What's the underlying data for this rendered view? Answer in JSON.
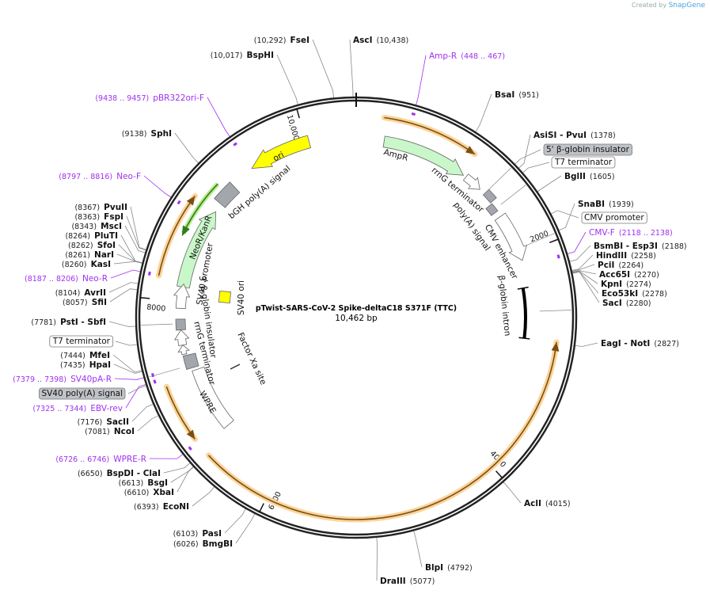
{
  "credit": {
    "prefix": "Created by",
    "brand": "SnapGene"
  },
  "plasmid": {
    "name": "pTwist-SARS-CoV-2 Spike-deltaC18 S371F (TTC)",
    "length_label": "10,462 bp",
    "length_bp": 10462
  },
  "ticks": [
    "2000",
    "4000",
    "6000",
    "8000",
    "10,000"
  ],
  "enzymes": [
    {
      "name": "FseI",
      "loc": "(10,292)",
      "bp": 10292
    },
    {
      "name": "AscI",
      "loc": "(10,438)",
      "bp": 10438
    },
    {
      "name": "BspHI",
      "loc": "(10,017)",
      "bp": 10017
    },
    {
      "name": "BsaI",
      "loc": "(951)",
      "bp": 951
    },
    {
      "name": "AsiSI  - PvuI",
      "loc": "(1378)",
      "bp": 1378
    },
    {
      "name": "BglII",
      "loc": "(1605)",
      "bp": 1605
    },
    {
      "name": "SnaBI",
      "loc": "(1939)",
      "bp": 1939
    },
    {
      "name": "BsmBI  - Esp3I",
      "loc": "(2188)",
      "bp": 2188
    },
    {
      "name": "HindIII",
      "loc": "(2258)",
      "bp": 2258
    },
    {
      "name": "PciI",
      "loc": "(2264)",
      "bp": 2264
    },
    {
      "name": "Acc65I",
      "loc": "(2270)",
      "bp": 2270
    },
    {
      "name": "KpnI",
      "loc": "(2274)",
      "bp": 2274
    },
    {
      "name": "Eco53kI",
      "loc": "(2278)",
      "bp": 2278
    },
    {
      "name": "SacI",
      "loc": "(2280)",
      "bp": 2280
    },
    {
      "name": "EagI  - NotI",
      "loc": "(2827)",
      "bp": 2827
    },
    {
      "name": "AclI",
      "loc": "(4015)",
      "bp": 4015
    },
    {
      "name": "BlpI",
      "loc": "(4792)",
      "bp": 4792
    },
    {
      "name": "DraIII",
      "loc": "(5077)",
      "bp": 5077
    },
    {
      "name": "BmgBI",
      "loc": "(6026)",
      "bp": 6026
    },
    {
      "name": "PasI",
      "loc": "(6103)",
      "bp": 6103
    },
    {
      "name": "EcoNI",
      "loc": "(6393)",
      "bp": 6393
    },
    {
      "name": "XbaI",
      "loc": "(6610)",
      "bp": 6610
    },
    {
      "name": "BsgI",
      "loc": "(6613)",
      "bp": 6613
    },
    {
      "name": "BspDI  - ClaI",
      "loc": "(6650)",
      "bp": 6650
    },
    {
      "name": "NcoI",
      "loc": "(7081)",
      "bp": 7081
    },
    {
      "name": "SacII",
      "loc": "(7176)",
      "bp": 7176
    },
    {
      "name": "HpaI",
      "loc": "(7435)",
      "bp": 7435
    },
    {
      "name": "MfeI",
      "loc": "(7444)",
      "bp": 7444
    },
    {
      "name": "PstI  - SbfI",
      "loc": "(7781)",
      "bp": 7781
    },
    {
      "name": "SfiI",
      "loc": "(8057)",
      "bp": 8057
    },
    {
      "name": "AvrII",
      "loc": "(8104)",
      "bp": 8104
    },
    {
      "name": "KasI",
      "loc": "(8260)",
      "bp": 8260
    },
    {
      "name": "NarI",
      "loc": "(8261)",
      "bp": 8261
    },
    {
      "name": "SfoI",
      "loc": "(8262)",
      "bp": 8262
    },
    {
      "name": "PluTI",
      "loc": "(8264)",
      "bp": 8264
    },
    {
      "name": "MscI",
      "loc": "(8343)",
      "bp": 8343
    },
    {
      "name": "FspI",
      "loc": "(8363)",
      "bp": 8363
    },
    {
      "name": "PvuII",
      "loc": "(8367)",
      "bp": 8367
    },
    {
      "name": "SphI",
      "loc": "(9138)",
      "bp": 9138
    }
  ],
  "primers": [
    {
      "name": "Amp-R",
      "loc": "(448 .. 467)",
      "bp": 457
    },
    {
      "name": "pBR322ori-F",
      "loc": "(9438 .. 9457)",
      "bp": 9447
    },
    {
      "name": "Neo-F",
      "loc": "(8797 .. 8816)",
      "bp": 8806
    },
    {
      "name": "CMV-F",
      "loc": "(2118 .. 2138)",
      "bp": 2128
    },
    {
      "name": "Neo-R",
      "loc": "(8187 .. 8206)",
      "bp": 8196
    },
    {
      "name": "SV40pA-R",
      "loc": "(7379 .. 7398)",
      "bp": 7388
    },
    {
      "name": "EBV-rev",
      "loc": "(7325 .. 7344)",
      "bp": 7334
    },
    {
      "name": "WPRE-R",
      "loc": "(6726 .. 6746)",
      "bp": 6736
    }
  ],
  "primer_color": "#a030f0",
  "boxed_features": [
    {
      "name": "5' β-globin insulator",
      "style": "grey"
    },
    {
      "name": "T7 terminator",
      "style": "white"
    },
    {
      "name": "CMV promoter",
      "style": "white"
    },
    {
      "name": "T7 terminator",
      "style": "white"
    },
    {
      "name": "SV40 poly(A) signal",
      "style": "grey"
    }
  ],
  "features": [
    {
      "name": "ori",
      "color": "#ffff00"
    },
    {
      "name": "AmpR",
      "color": "#c9f7c9"
    },
    {
      "name": "bGH poly(A) signal",
      "color": "#a3a7ad"
    },
    {
      "name": "NeoR/KanR",
      "color": "#c9f7c9"
    },
    {
      "name": "rrnG terminator",
      "color": "#ffffff"
    },
    {
      "name": "poly(A) signal",
      "color": "#a3a7ad"
    },
    {
      "name": "CMV enhancer",
      "color": "#ffffff"
    },
    {
      "name": "β-globin intron",
      "color": "#000000"
    },
    {
      "name": "SV40 promoter",
      "color": "#ffffff"
    },
    {
      "name": "3' β-globin insulator",
      "color": "#a3a7ad"
    },
    {
      "name": "rrnG terminator",
      "color": "#ffffff"
    },
    {
      "name": "WPRE",
      "color": "#ffffff"
    },
    {
      "name": "SV40 ori",
      "color": "#ffff00"
    },
    {
      "name": "Factor Xa site",
      "color": "#333333"
    }
  ],
  "orf_color": "#fbd49a"
}
